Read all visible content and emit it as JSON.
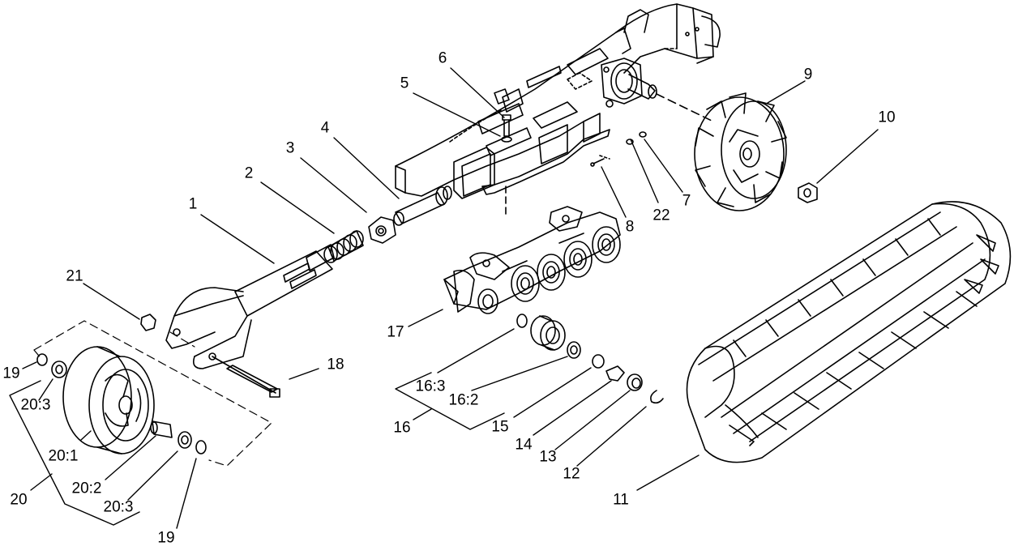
{
  "callouts": [
    {
      "id": "c1",
      "text": "1"
    },
    {
      "id": "c2",
      "text": "2"
    },
    {
      "id": "c3",
      "text": "3"
    },
    {
      "id": "c4",
      "text": "4"
    },
    {
      "id": "c5",
      "text": "5"
    },
    {
      "id": "c6",
      "text": "6"
    },
    {
      "id": "c7",
      "text": "7"
    },
    {
      "id": "c8",
      "text": "8"
    },
    {
      "id": "c9",
      "text": "9"
    },
    {
      "id": "c10",
      "text": "10"
    },
    {
      "id": "c11",
      "text": "11"
    },
    {
      "id": "c12",
      "text": "12"
    },
    {
      "id": "c13",
      "text": "13"
    },
    {
      "id": "c14",
      "text": "14"
    },
    {
      "id": "c15",
      "text": "15"
    },
    {
      "id": "c16",
      "text": "16"
    },
    {
      "id": "c16_2",
      "text": "16:2"
    },
    {
      "id": "c16_3",
      "text": "16:3"
    },
    {
      "id": "c17",
      "text": "17"
    },
    {
      "id": "c18",
      "text": "18"
    },
    {
      "id": "c19a",
      "text": "19"
    },
    {
      "id": "c19b",
      "text": "19"
    },
    {
      "id": "c20",
      "text": "20"
    },
    {
      "id": "c20_1",
      "text": "20:1"
    },
    {
      "id": "c20_2",
      "text": "20:2"
    },
    {
      "id": "c20_3a",
      "text": "20:3"
    },
    {
      "id": "c20_3b",
      "text": "20:3"
    },
    {
      "id": "c21",
      "text": "21"
    },
    {
      "id": "c22",
      "text": "22"
    }
  ]
}
